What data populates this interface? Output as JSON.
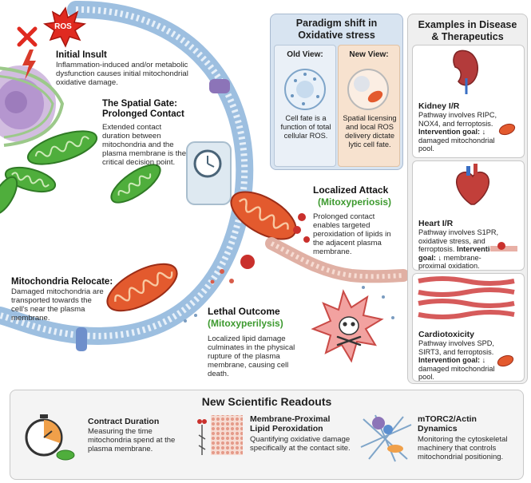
{
  "ros_label": "ROS",
  "initial_insult": {
    "title": "Initial Insult",
    "text": "Inflammation-induced and/or metabolic dysfunction causes initial mitochondrial oxidative damage."
  },
  "spatial_gate": {
    "title_line1": "The Spatial Gate:",
    "title_line2": "Prolonged Contact",
    "text": "Extended contact duration between mitochondria and the plasma membrane is the critical decision point."
  },
  "localized_attack": {
    "title": "Localized Attack",
    "term": "(Mitoxyperiosis)",
    "text": "Prolonged contact enables targeted peroxidation of lipids in the adjacent plasma membrane."
  },
  "relocate": {
    "title": "Mitochondria Relocate:",
    "text": "Damaged mitochondria are transported towards the cell's near the plasma membrane."
  },
  "lethal_outcome": {
    "title": "Lethal Outcome",
    "term": "(Mitoxyperilysis)",
    "text": "Localized lipid damage culminates in the physical rupture of the plasma membrane, causing cell death."
  },
  "paradigm": {
    "title_line1": "Paradigm shift in",
    "title_line2": "Oxidative stress",
    "old_view": {
      "heading": "Old View:",
      "text": "Cell fate is a function of total cellular ROS."
    },
    "new_view": {
      "heading": "New View:",
      "text": "Spatial licensing and local ROS delivery dictate lytic cell fate."
    }
  },
  "examples": {
    "title_line1": "Examples in Disease",
    "title_line2": "& Therapeutics",
    "cards": [
      {
        "name": "Kidney I/R",
        "pathway": "Pathway involves RIPC, NOX4, and ferroptosis.",
        "goal_label": "Intervention goal:",
        "goal": "↓ damaged mitochondrial pool."
      },
      {
        "name": "Heart I/R",
        "pathway": "Pathway involves S1PR, oxidative stress, and ferroptosis.",
        "goal_label": "Intervention goal:",
        "goal": "↓ membrane-proximal oxidation."
      },
      {
        "name": "Cardiotoxicity",
        "pathway": "Pathway involves SPD, SIRT3, and ferroptosis.",
        "goal_label": "Intervention goal:",
        "goal": "↓ damaged mitochondrial pool."
      }
    ]
  },
  "readouts": {
    "title": "New Scientific Readouts",
    "items": [
      {
        "name": "Contract Duration",
        "text": "Measuring the time mitochondria spend at the plasma membrane."
      },
      {
        "name_line1": "Membrane-Proximal",
        "name_line2": "Lipid Peroxidation",
        "text": "Quantifying oxidative damage specifically at the contact site."
      },
      {
        "name_line1": "mTORC2/Actin",
        "name_line2": "Dynamics",
        "text": "Monitoring the cytoskeletal machinery that controls mitochondrial positioning."
      }
    ]
  },
  "colors": {
    "membrane": "#a9c7e6",
    "mito_green": "#4fae3c",
    "mito_red": "#d9452b",
    "accent_green": "#3d9a2f",
    "ros_red": "#e02a20"
  }
}
